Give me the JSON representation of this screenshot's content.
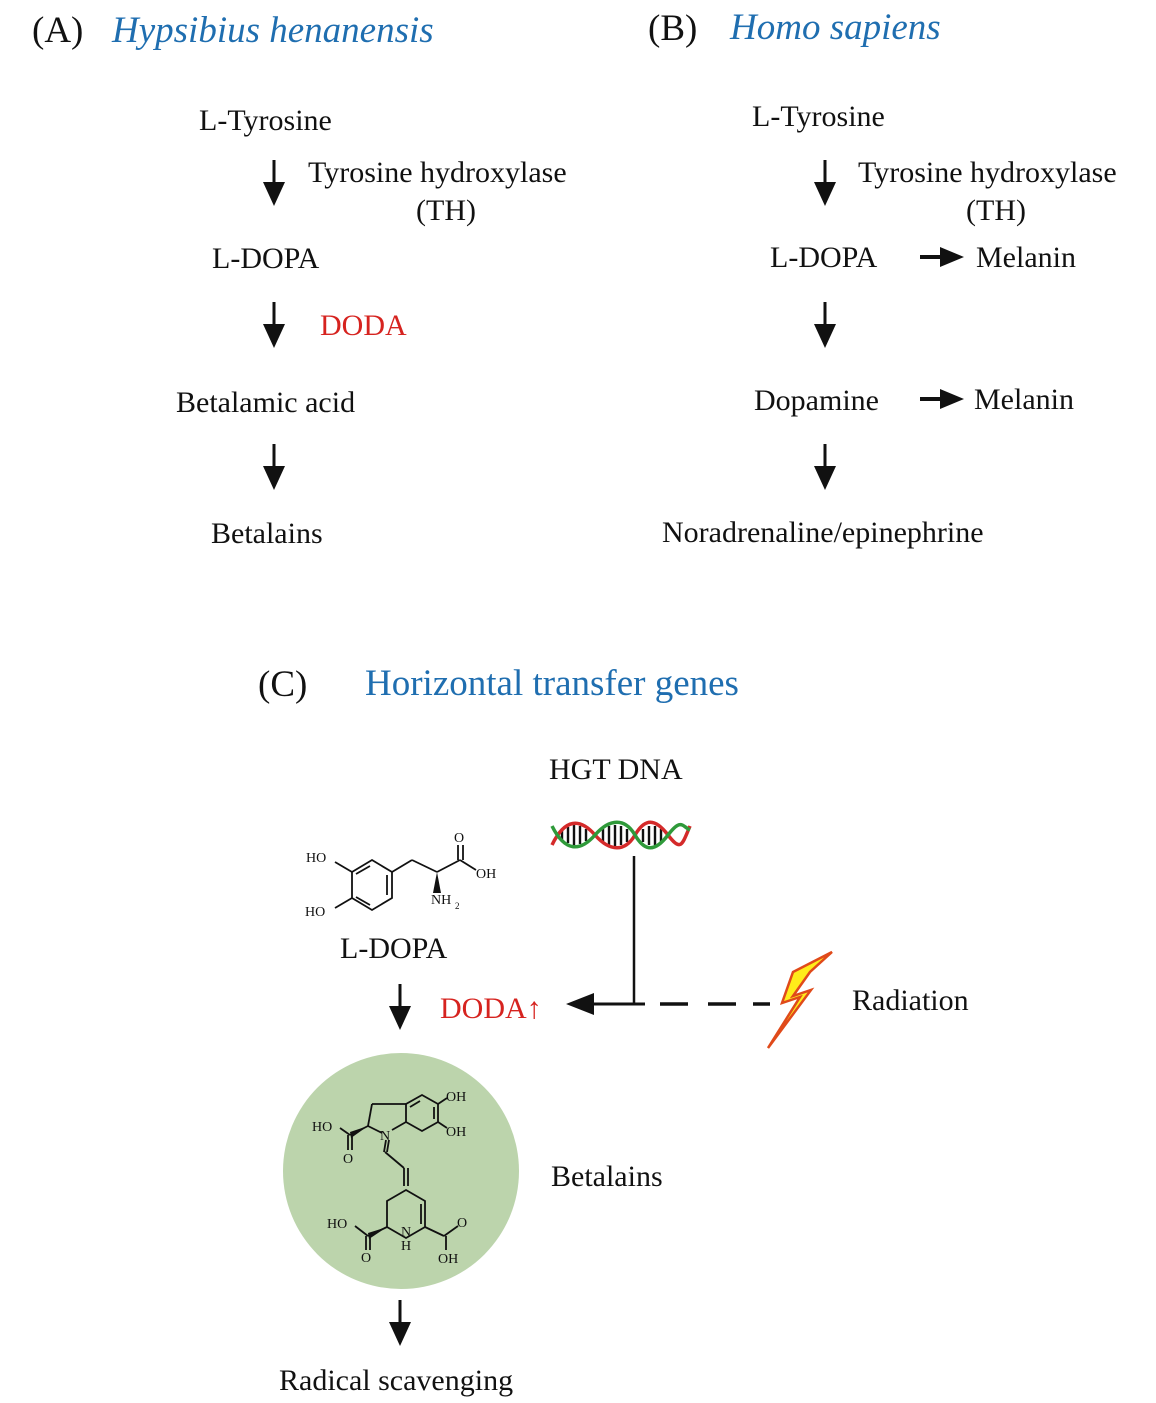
{
  "panel_a": {
    "label": "(A)",
    "species": "Hypsibius henanensis",
    "nodes": [
      "L-Tyrosine",
      "L-DOPA",
      "Betalamic acid",
      "Betalains"
    ],
    "enzyme_1": "Tyrosine hydroxylase",
    "enzyme_1_abbr": "(TH)",
    "enzyme_2": "DODA"
  },
  "panel_b": {
    "label": "(B)",
    "species": "Homo sapiens",
    "nodes": [
      "L-Tyrosine",
      "L-DOPA",
      "Dopamine",
      "Noradrenaline/epinephrine"
    ],
    "enzyme_1": "Tyrosine hydroxylase",
    "enzyme_1_abbr": "(TH)",
    "side_products": [
      "Melanin",
      "Melanin"
    ]
  },
  "panel_c": {
    "label": "(C)",
    "title": "Horizontal transfer genes",
    "hgt_label": "HGT DNA",
    "substrate": "L-DOPA",
    "enzyme": "DODA↑",
    "product": "Betalains",
    "stressor": "Radiation",
    "outcome": "Radical scavenging",
    "ldopa_atoms": {
      "ho1": "HO",
      "ho2": "HO",
      "o": "O",
      "oh": "OH",
      "nh2": "NH",
      "sub2": "2"
    },
    "betalain_atoms": {
      "oh1": "OH",
      "oh2": "OH",
      "ho1": "HO",
      "n": "N",
      "o1": "O",
      "ho2": "HO",
      "o2": "O",
      "nh": "N",
      "h": "H",
      "o3": "O",
      "oh3": "OH"
    }
  },
  "colors": {
    "species_blue": "#1f6eb0",
    "enzyme_red": "#d6231f",
    "circle_green": "#bcd4ac",
    "lightning_yellow": "#ffec1a",
    "lightning_outline": "#e04a1a",
    "dna_red": "#d42a2a",
    "dna_green": "#2f9a3a"
  },
  "icons": [
    "down-arrow-icon",
    "right-arrow-icon",
    "left-arrow-icon",
    "dna-helix-icon",
    "lightning-icon"
  ]
}
